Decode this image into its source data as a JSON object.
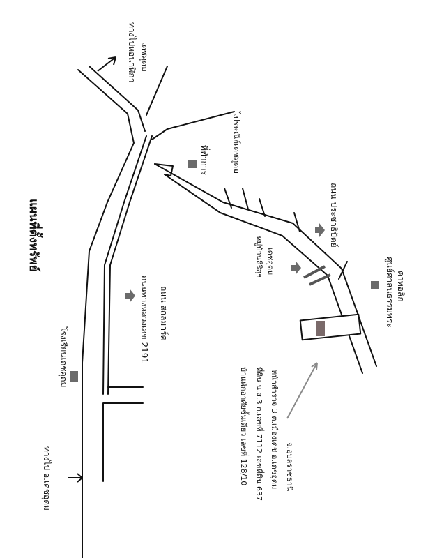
{
  "title": "แผนที่ตั้งทรัพย์",
  "labels": {
    "top_arrow_dest_1": "ทางไปหอนาฬิกา",
    "top_arrow_dest_2": "เดชอุดม",
    "bottom_arrow_dest": "ทางไป อ.เดชอุดม",
    "office": "ที่ทำการ",
    "post_office": "ไปรษณีย์เดชอุดม",
    "village_1": "หมู่บ้านสิริสุข",
    "village_2": "เดชอุดม",
    "road_prachathipat": "ถนน ประชาธิปัตย์",
    "religious_center_1": "ศูนย์ศาสนธรรมพระ",
    "religious_center_2": "คาทอลิก",
    "highway_1": "ถนนทางหลวงเลข 2191",
    "highway_2": "ถนน สถลมาร์ค",
    "school": "โรงเรียนเดชอุดม",
    "property_line_1": "บ้านพักอาศัยชั้นเดียว เลขที่ 128/10",
    "property_line_2": "ที่ดิน น.ส.3 ก.เลขที่ 7112 เลขที่ดิน 637",
    "property_line_3": "หน้าสำรวจ 3 ต.เมืองเดช อ.เดชอุดม",
    "property_line_4": "จ.อุบลราชธานี"
  },
  "colors": {
    "road_line": "#111111",
    "marker_fill": "#6b6b6b",
    "property_marker": "#7a6a6a",
    "pointer_arrow": "#8a8a8a"
  },
  "icons": {
    "north_arrow": "arrow-up-right-icon",
    "south_arrow": "arrow-right-icon",
    "building_marker": "square-marker-icon",
    "pointer": "arrow-icon"
  }
}
